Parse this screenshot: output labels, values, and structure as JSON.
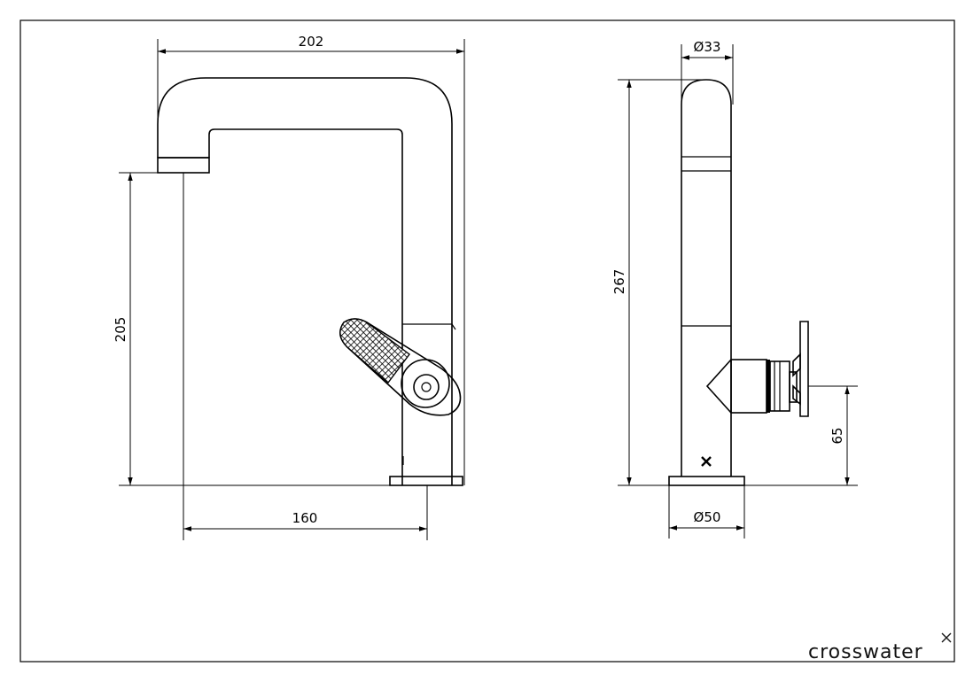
{
  "dimensions": {
    "spout_reach": "202",
    "spout_height": "205",
    "center_distance": "160",
    "overall_height": "267",
    "body_diameter": "Ø33",
    "base_diameter": "Ø50",
    "handle_height": "65"
  },
  "brand": {
    "name": "crosswater"
  }
}
